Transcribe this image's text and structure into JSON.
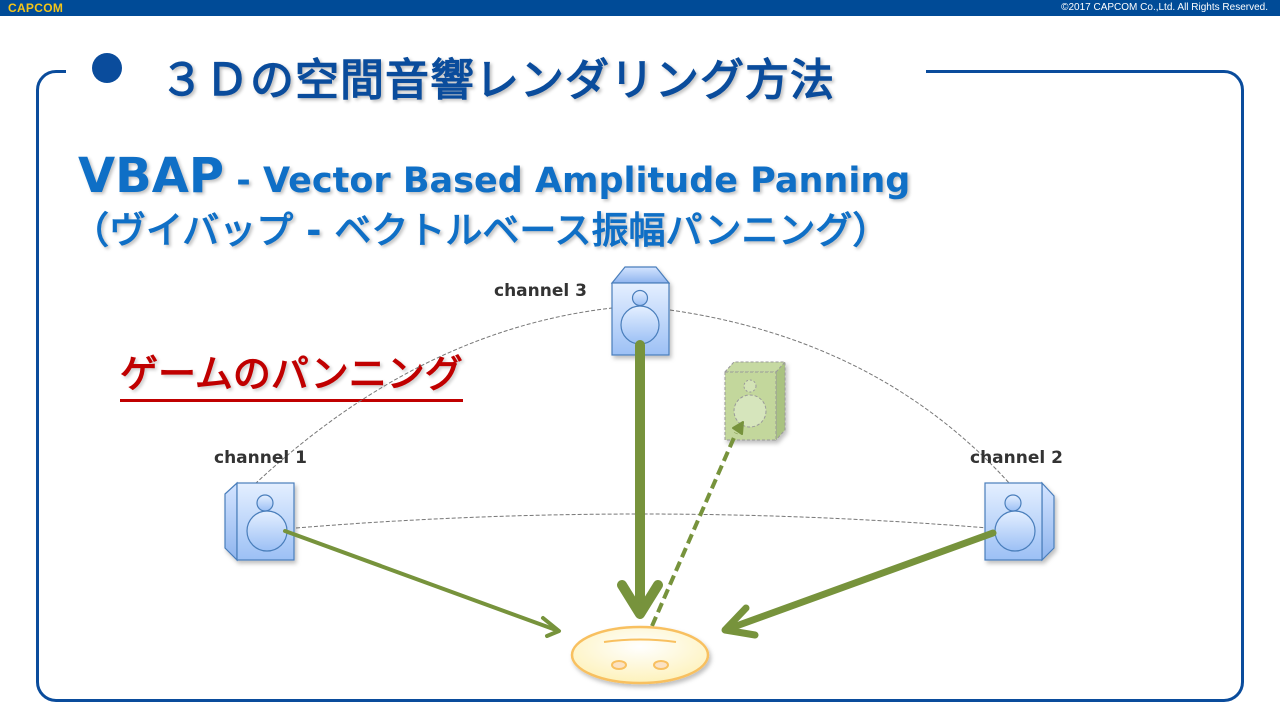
{
  "header": {
    "logo": "CAPCOM",
    "copyright": "©2017 CAPCOM Co.,Ltd. All Rights Reserved."
  },
  "slide": {
    "section_title": "３Ｄの空間音響レンダリング方法",
    "vbap_abbr": "VBAP",
    "vbap_full": " - Vector Based Amplitude Panning",
    "vbap_japanese": "（ヴイバップ - ベクトルベース振幅パンニング）",
    "highlight": "ゲームのパンニング"
  },
  "diagram": {
    "channels": [
      {
        "id": "channel-1",
        "label": "channel 1"
      },
      {
        "id": "channel-2",
        "label": "channel 2"
      },
      {
        "id": "channel-3",
        "label": "channel 3"
      }
    ],
    "virtual_source": "virtual-speaker",
    "listener": "listener-face",
    "colors": {
      "brand_blue": "#0a4c9c",
      "text_blue": "#0f6fc6",
      "accent_red": "#c00000",
      "arrow_green": "#77933c",
      "speaker_fill": "#b8d4ff",
      "speaker_stroke": "#4a7ebb",
      "listener_fill": "#fff9d8",
      "listener_stroke": "#f8c060"
    }
  }
}
